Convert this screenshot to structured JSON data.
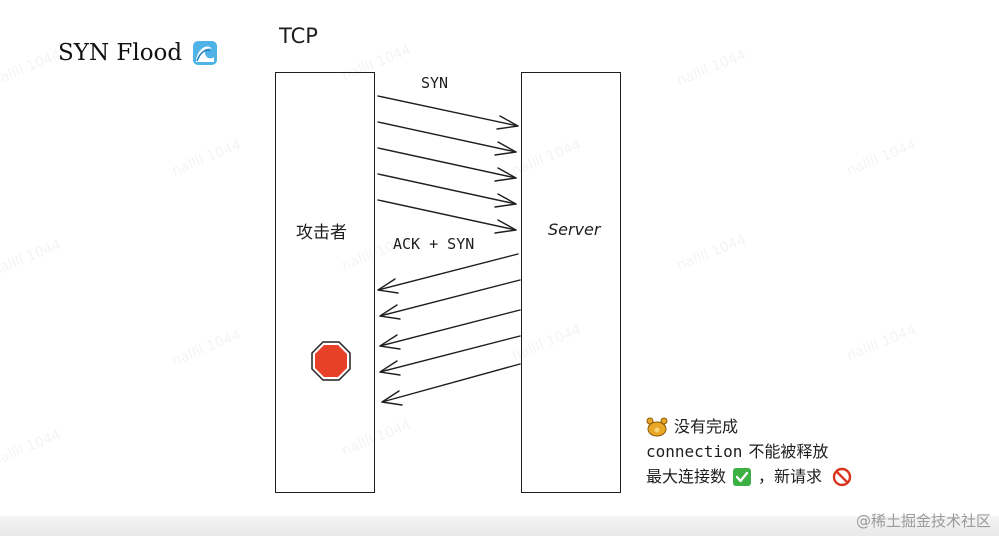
{
  "title": "SYN Flood",
  "title_icon": "water-wave-icon",
  "diagram": {
    "protocol_label": "TCP",
    "attacker_label": "攻击者",
    "server_label": "Server",
    "syn_label": "SYN",
    "ack_syn_label": "ACK + SYN"
  },
  "notes": {
    "line1_text": "没有完成",
    "line2_code": "connection",
    "line2_text": "不能被释放",
    "line3_text": "最大连接数",
    "line3_suffix": "，新请求"
  },
  "watermark": "nallll 1044",
  "site_mark": "@稀土掘金技术社区",
  "colors": {
    "stop_sign": "#e8412a",
    "check_green": "#3cb043",
    "prohibited_red": "#d9341f",
    "paw_yellow": "#e8a726"
  }
}
